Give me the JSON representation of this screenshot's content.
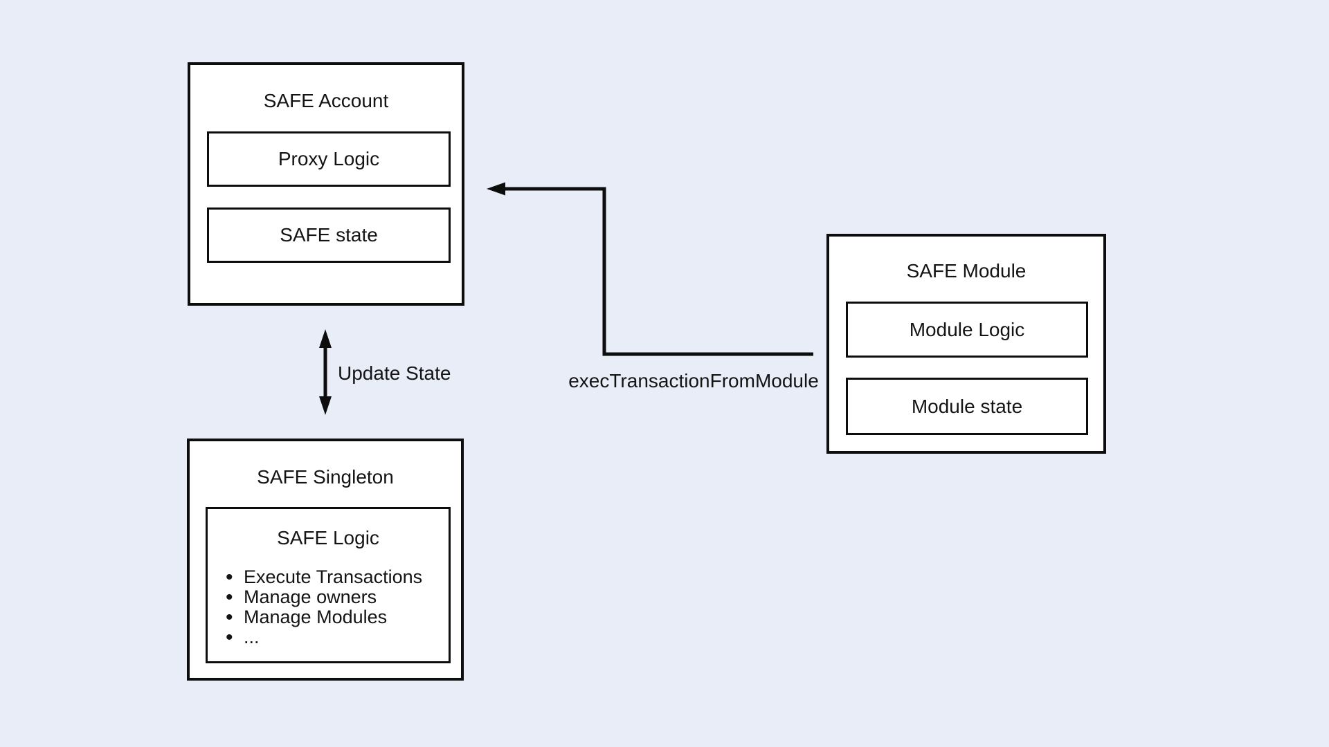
{
  "colors": {
    "background": "#e8edf8",
    "box_fill": "#ffffff",
    "stroke": "#0d0d0d",
    "text": "#141414"
  },
  "account": {
    "title": "SAFE Account",
    "proxy_logic_label": "Proxy Logic",
    "safe_state_label": "SAFE state"
  },
  "singleton": {
    "title": "SAFE Singleton",
    "logic": {
      "title": "SAFE Logic",
      "bullets": [
        "Execute Transactions",
        "Manage owners",
        "Manage Modules",
        "..."
      ]
    }
  },
  "module": {
    "title": "SAFE Module",
    "module_logic_label": "Module Logic",
    "module_state_label": "Module state"
  },
  "edges": {
    "update_state_label": "Update State",
    "exec_label": "execTransactionFromModule"
  }
}
